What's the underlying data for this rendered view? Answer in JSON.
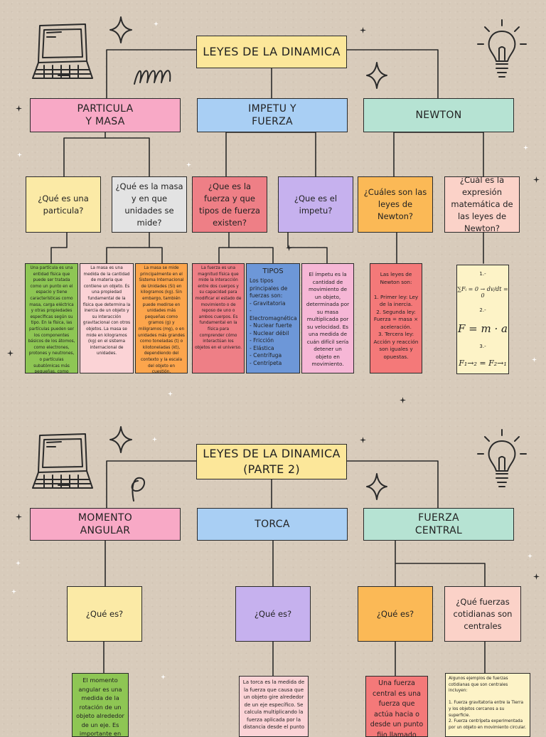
{
  "part1": {
    "title": "LEYES DE LA DINAMICA",
    "categories": {
      "particula": "PARTICULA\nY MASA",
      "impetu": "IMPETU Y\nFUERZA",
      "newton": "NEWTON"
    },
    "questions": {
      "q1": "¿Qué es una particula?",
      "q2": "¿Qué es la masa y en que unidades se mide?",
      "q3": "¿Que es la fuerza y que tipos de fuerza existen?",
      "q4": "¿Que es el impetu?",
      "q5": "¿Cuáles son las leyes de Newton?",
      "q6": "¿Cuál es la expresión matemática de las leyes de Newton?"
    },
    "answers": {
      "a1": "Una partícula es una entidad física que puede ser tratada como un punto en el espacio y tiene características como masa, carga eléctrica y otras propiedades específicas según su tipo. En la física, las partículas pueden ser los componentes básicos de los átomos, como electrones, protones y neutrones, o partículas subatómicas más pequeñas, como quarks, leptones y bosones.",
      "a2": "La masa es una medida de la cantidad de materia que contiene un objeto. Es una propiedad fundamental de la física que determina la inercia de un objeto y su interacción gravitacional con otros objetos. La masa se mide en kilogramos (kg) en el sistema internacional de unidades.",
      "a3": "La masa se mide principalmente en el Sistema Internacional de Unidades (SI) en kilogramos (kg). Sin embargo, también puede medirse en unidades más pequeñas como gramos (g) y miligramos (mg), o en unidades más grandes como toneladas (t) o kilotoneladas (kt), dependiendo del contexto y la escala del objeto en cuestión.",
      "a4": "La fuerza es una magnitud física que mide la interacción entre dos cuerpos y su capacidad para modificar el estado de movimiento o de reposo de uno o ambos cuerpos. Es fundamental en la física para comprender cómo interactúan los objetos en el universo.",
      "a5_title": "TIPOS",
      "a5_intro": "Los tipos principales de fuerzas son:",
      "a5_items": [
        "- Gravitatoria",
        "- Electromagnética",
        "- Nuclear fuerte",
        "- Nuclear débil",
        "- Fricción",
        "- Elástica",
        "- Centrífuga",
        "- Centrípeta"
      ],
      "a6": "El ímpetu es la cantidad de movimiento de un objeto, determinada por su masa multiplicada por su velocidad. Es una medida de cuán difícil sería detener un objeto en movimiento.",
      "a7": "Las leyes de Newton son:\n\n1. Primer ley: Ley de la inercia.\n2. Segunda ley: Fuerza = masa × aceleración.\n3. Tercera ley: Acción y reacción son iguales y opuestas.",
      "formula_labels": [
        "1.-",
        "2.-",
        "3.-"
      ],
      "formula_1": "∑Fᵢ = 0 → dv/dt = 0",
      "formula_2": "F = m · a",
      "formula_3": "F₁→₂ = F₂→₁"
    }
  },
  "part2": {
    "title": "LEYES DE LA DINAMICA\n(PARTE 2)",
    "categories": {
      "momento": "MOMENTO\nANGULAR",
      "torca": "TORCA",
      "central": "FUERZA\nCENTRAL"
    },
    "questions": {
      "q1": "¿Qué es?",
      "q2": "¿Qué es?",
      "q3": "¿Qué es?",
      "q4": "¿Qué fuerzas cotidianas son centrales"
    },
    "answers": {
      "a1": "El momento angular es una medida de la rotación de un objeto alrededor de un eje. Es importante en",
      "a2": "La torca es la medida de la fuerza que causa que un objeto gire alrededor de un eje específico. Se calcula multiplicando la fuerza aplicada por la distancia desde el punto",
      "a3": "Una fuerza central es una fuerza que actúa hacia o desde un punto fijo llamado",
      "a4": "Algunos ejemplos de fuerzas cotidianas que son centrales incluyen:\n\n1. Fuerza gravitatoria entre la Tierra y los objetos cercanos a su superficie.\n2. Fuerza centrípeta experimentada por un objeto en movimiento circular."
    }
  },
  "colors": {
    "title": "#fce79a",
    "pink": "#f8a9c6",
    "blue": "#a9cff4",
    "mint": "#b6e3d3",
    "background": "#d8cbbb"
  },
  "icons": [
    "laptop-icon",
    "lightbulb-icon",
    "sparkle-star-icon",
    "loop-scribble-icon"
  ]
}
